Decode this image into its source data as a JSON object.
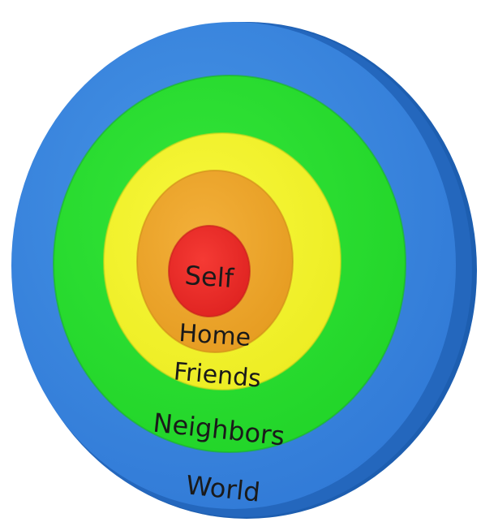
{
  "diagram": {
    "rings": [
      {
        "id": "world",
        "label": "World",
        "color": "#3a87df"
      },
      {
        "id": "neighbors",
        "label": "Neighbors",
        "color": "#27de2d"
      },
      {
        "id": "friends",
        "label": "Friends",
        "color": "#f4f42a"
      },
      {
        "id": "home",
        "label": "Home",
        "color": "#f0a828"
      },
      {
        "id": "self",
        "label": "Self",
        "color": "#ee2a28"
      }
    ],
    "edge_color": "#1d5eb0"
  }
}
